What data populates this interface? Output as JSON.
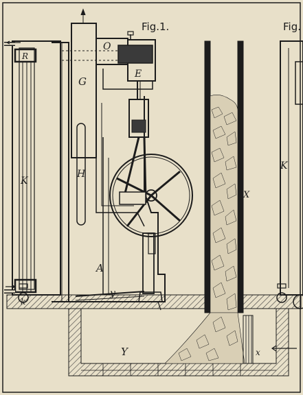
{
  "figure_titles": {
    "fig1": "Fig.1.",
    "fig2": "Fig."
  },
  "labels": {
    "R": "R",
    "O": "O",
    "E": "E",
    "G": "G",
    "K_left": "K",
    "H": "H",
    "A": "A",
    "y": "y",
    "k": "k",
    "Y": "Y",
    "X": "X",
    "x": "x",
    "K_right": "K"
  },
  "colors": {
    "paper": "#e8e0c9",
    "ink": "#1c1c1c",
    "hatch": "#3a3a3a"
  }
}
